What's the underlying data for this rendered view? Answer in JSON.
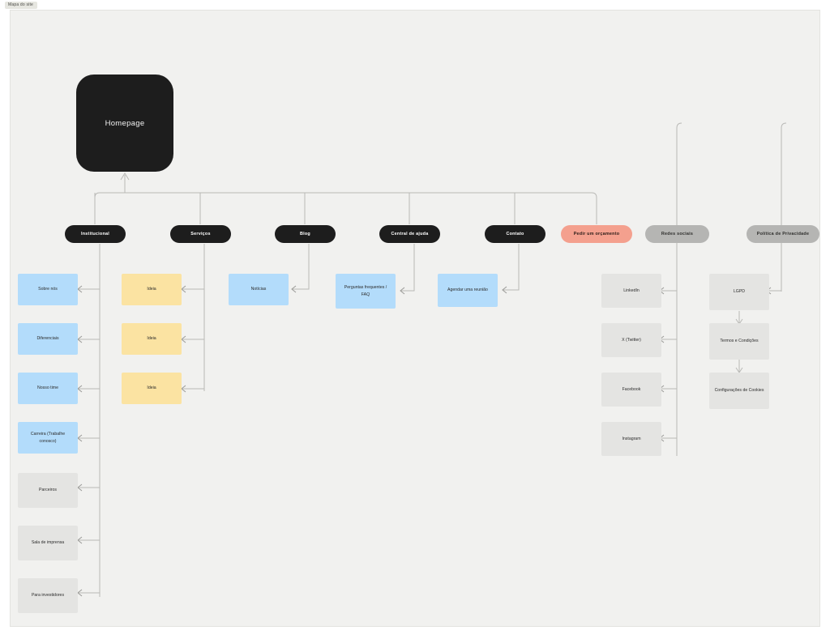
{
  "frame": {
    "tag": "Mapa do site"
  },
  "canvas": {
    "background": "#f1f1ef",
    "link_color": "#b9b9b6"
  },
  "root": {
    "label": "Homepage",
    "color": "#1d1d1d"
  },
  "sections": [
    {
      "id": "institucional",
      "label": "Institucional",
      "style": "dark",
      "color": "#1d1d1d",
      "children": [
        {
          "label": "Sobre nós",
          "style": "blue"
        },
        {
          "label": "Diferenciais",
          "style": "blue"
        },
        {
          "label": "Nosso time",
          "style": "blue"
        },
        {
          "label": "Carreira (Trabalhe conosco)",
          "style": "blue"
        },
        {
          "label": "Parceiros",
          "style": "grey"
        },
        {
          "label": "Sala de imprensa",
          "style": "grey"
        },
        {
          "label": "Para investidores",
          "style": "grey"
        }
      ]
    },
    {
      "id": "servicos",
      "label": "Serviços",
      "style": "dark",
      "color": "#1d1d1d",
      "children": [
        {
          "label": "Ideia",
          "style": "yellow"
        },
        {
          "label": "Ideia",
          "style": "yellow"
        },
        {
          "label": "Ideia",
          "style": "yellow"
        }
      ]
    },
    {
      "id": "blog",
      "label": "Blog",
      "style": "dark",
      "color": "#1d1d1d",
      "children": [
        {
          "label": "Notícias",
          "style": "blue"
        }
      ]
    },
    {
      "id": "central-de-ajuda",
      "label": "Central de ajuda",
      "style": "dark",
      "color": "#1d1d1d",
      "children": [
        {
          "label": "Perguntas frequentes / FAQ",
          "style": "blue"
        }
      ]
    },
    {
      "id": "contato",
      "label": "Contato",
      "style": "dark",
      "color": "#1d1d1d",
      "children": [
        {
          "label": "Agendar uma reunião",
          "style": "blue"
        }
      ]
    },
    {
      "id": "pedir-um-orcamento",
      "label": "Pedir um orçamento",
      "style": "accent",
      "color": "#f4a08e",
      "children": []
    },
    {
      "id": "redes-sociais",
      "label": "Redes sociais",
      "style": "muted",
      "color": "#b5b5b3",
      "children": [
        {
          "label": "LinkedIn",
          "style": "grey"
        },
        {
          "label": "X (Twitter)",
          "style": "grey"
        },
        {
          "label": "Facebook",
          "style": "grey"
        },
        {
          "label": "Instagram",
          "style": "grey"
        }
      ]
    },
    {
      "id": "politica-de-privacidade",
      "label": "Política de Privacidade",
      "style": "muted",
      "color": "#b5b5b3",
      "children": [
        {
          "label": "LGPD",
          "style": "grey"
        },
        {
          "label": "Termos e Condições",
          "style": "grey"
        },
        {
          "label": "Configurações de Cookies",
          "style": "grey"
        }
      ]
    }
  ]
}
